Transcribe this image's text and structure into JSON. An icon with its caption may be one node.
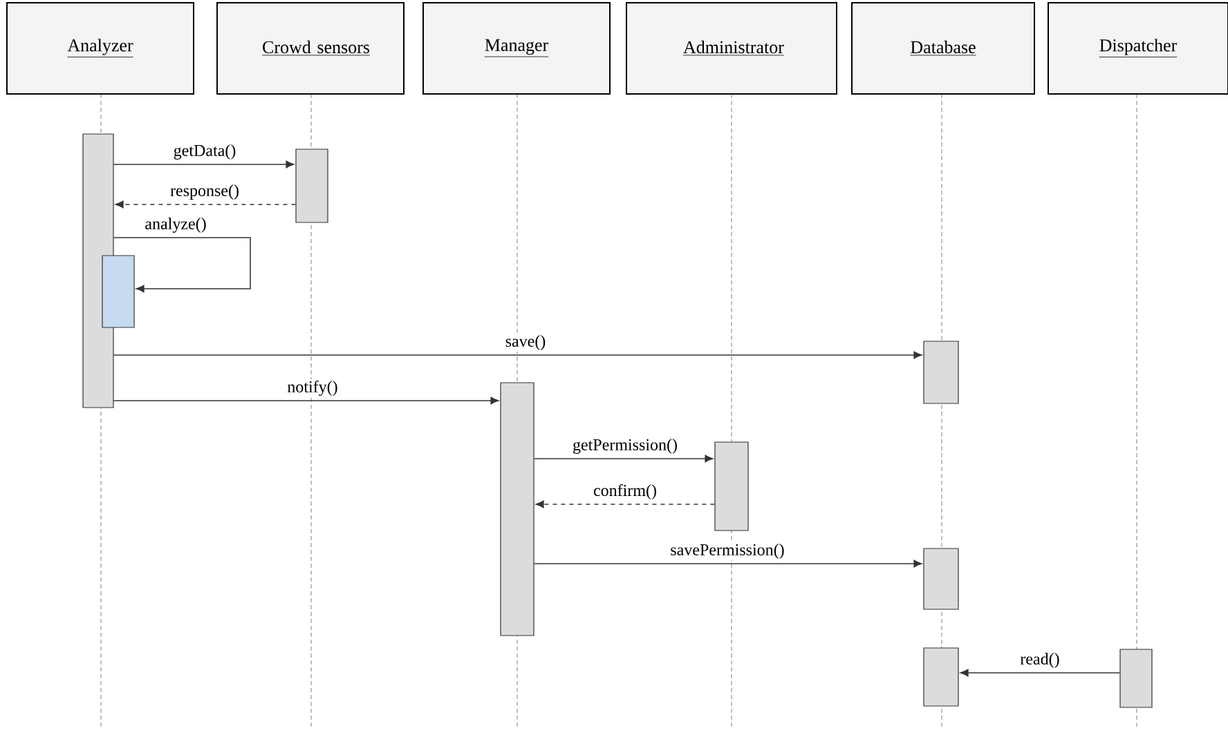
{
  "diagram": {
    "nodes": [
      {
        "text": [
          "Analyzer"
        ]
      },
      {
        "text": [
          "Crowd sensors"
        ]
      },
      {
        "text": [
          "Manager"
        ]
      },
      {
        "text": [
          "Administrator"
        ]
      },
      {
        "text": [
          "Database"
        ]
      },
      {
        "text": [
          "Dispatcher"
        ]
      },
      {
        "text": [],
        "shape": "bar"
      },
      {
        "text": [],
        "shape": "bar"
      },
      {
        "text": [],
        "shape": "bar"
      },
      {
        "text": [],
        "shape": "bar"
      },
      {
        "text": [],
        "shape": "bar"
      },
      {
        "text": [],
        "shape": "bar"
      },
      {
        "text": [],
        "shape": "bar"
      },
      {
        "text": [],
        "shape": "bar"
      },
      {
        "text": [],
        "shape": "bar"
      }
    ],
    "edges": [
      {
        "from": 6,
        "to": 7,
        "arrow": "to",
        "label": "getData()"
      },
      {
        "from": 7,
        "to": 6,
        "arrow": "to",
        "label": "response()",
        "style": "dashed"
      },
      {
        "from": 6,
        "to": 8,
        "arrow": "to",
        "label": "analyze()"
      },
      {
        "from": 6,
        "to": 9,
        "arrow": "to",
        "label": "save()"
      },
      {
        "from": 6,
        "to": 10,
        "arrow": "to",
        "label": "notify()"
      },
      {
        "from": 10,
        "to": 11,
        "arrow": "to",
        "label": "getPermission()"
      },
      {
        "from": 11,
        "to": 10,
        "arrow": "to",
        "label": "confirm()",
        "style": "dashed"
      },
      {
        "from": 10,
        "to": 12,
        "arrow": "to",
        "label": "savePermission()"
      },
      {
        "from": 14,
        "to": 13,
        "arrow": "to",
        "label": "read()"
      }
    ]
  }
}
